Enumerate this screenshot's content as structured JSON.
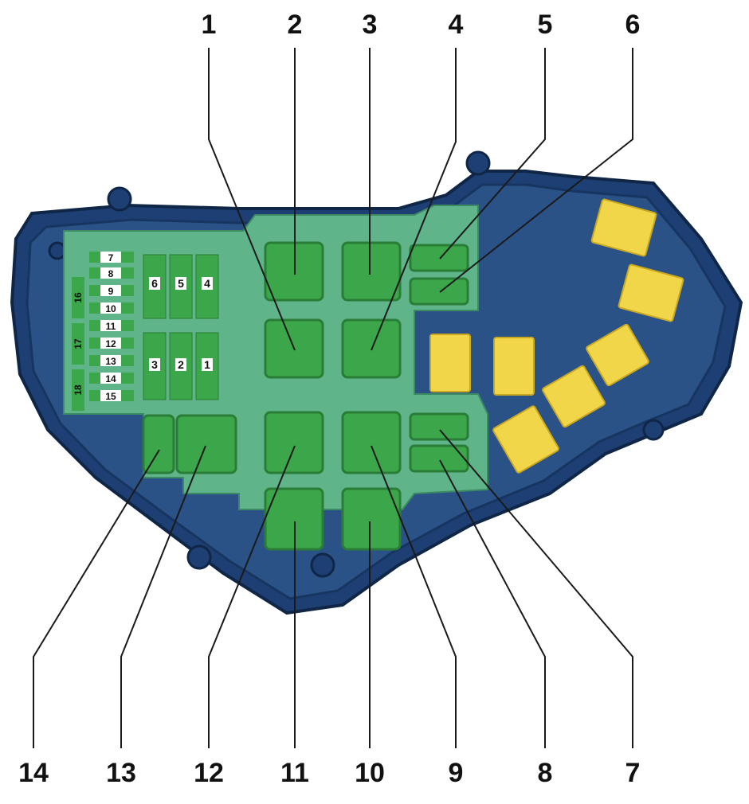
{
  "callouts_top": [
    "1",
    "2",
    "3",
    "4",
    "5",
    "6"
  ],
  "callouts_bottom": [
    "14",
    "13",
    "12",
    "11",
    "10",
    "9",
    "8",
    "7"
  ],
  "small_fuse_labels": [
    "7",
    "8",
    "9",
    "10",
    "11",
    "12",
    "13",
    "14",
    "15"
  ],
  "side_fuse_labels": [
    "16",
    "17",
    "18"
  ],
  "relay_fuse_labels_top": [
    "6",
    "5",
    "4"
  ],
  "relay_fuse_labels_bottom": [
    "3",
    "2",
    "1"
  ],
  "colors": {
    "housing": "#1d3f73",
    "housing_inner": "#2a5287",
    "board": "#5fb48a",
    "relay": "#3ca64a",
    "relay_edge": "#2a7d36",
    "yellow_relay": "#f2d64a",
    "label_bg": "#ffffff"
  }
}
